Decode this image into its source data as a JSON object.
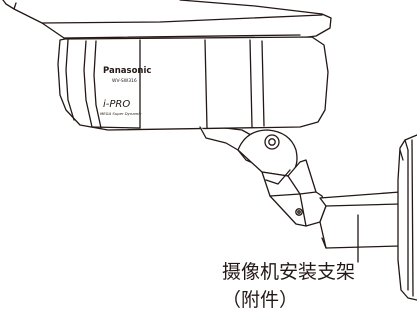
{
  "camera": {
    "brand": "Panasonic",
    "model": "WV-SW316",
    "series_logo": "i-PRO",
    "series_caption": "MEGA Super Dynamic"
  },
  "callout": {
    "label": "摄像机安装支架",
    "sublabel": "（附件）"
  }
}
